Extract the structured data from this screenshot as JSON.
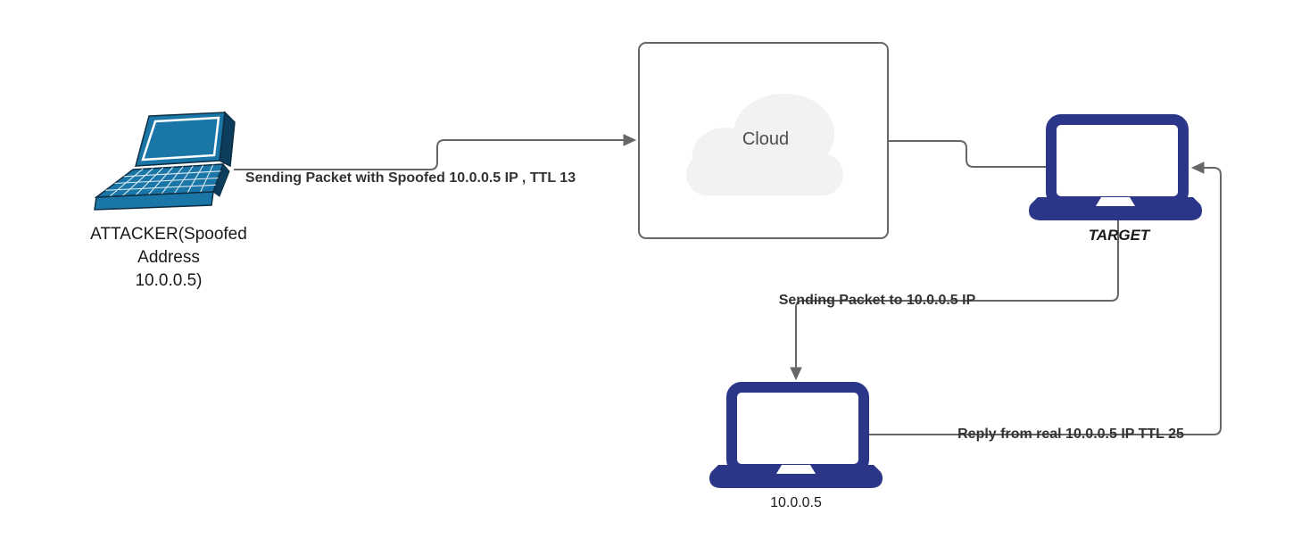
{
  "diagram": {
    "title": "IP spoofing / TTL network diagram",
    "colors": {
      "edge": "#666666",
      "laptop_navy": "#2c3688",
      "laptop_teal": "#1b76a8",
      "laptop_teal_dark": "#0d3d5c",
      "cloud_fill": "#f2f2f2",
      "box_border": "#666666",
      "edge_label_text": "#333333",
      "node_label_text": "#1a1a1a",
      "cloud_text": "#4d4d4d"
    },
    "nodes": {
      "attacker": {
        "icon": "laptop-3d-icon",
        "label_lines": [
          "ATTACKER(Spoofed",
          "Address",
          "10.0.0.5)"
        ]
      },
      "cloud": {
        "icon": "cloud-icon",
        "label": "Cloud"
      },
      "target": {
        "icon": "laptop-icon",
        "label": "TARGET"
      },
      "real_host": {
        "icon": "laptop-icon",
        "label": "10.0.0.5"
      }
    },
    "edges": [
      {
        "from": "attacker",
        "to": "cloud",
        "label": "Sending Packet with Spoofed 10.0.0.5 IP , TTL 13"
      },
      {
        "from": "cloud",
        "to": "target",
        "label": ""
      },
      {
        "from": "target",
        "to": "real_host",
        "label": "Sending Packet to 10.0.0.5 IP"
      },
      {
        "from": "real_host",
        "to": "target",
        "label": "Reply from real 10.0.0.5 IP TTL 25"
      }
    ]
  }
}
